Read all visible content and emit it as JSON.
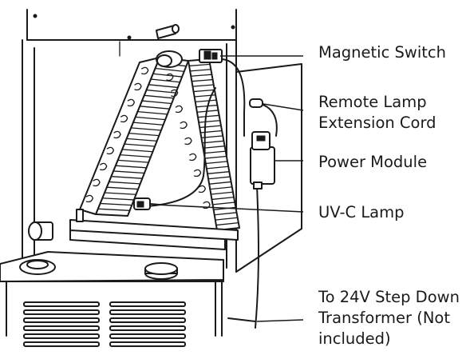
{
  "diagram": {
    "callouts": [
      {
        "id": "magnetic-switch",
        "lines": [
          "Magnetic Switch"
        ]
      },
      {
        "id": "remote-lamp-extension-cord",
        "lines": [
          "Remote Lamp",
          "Extension Cord"
        ]
      },
      {
        "id": "power-module",
        "lines": [
          "Power Module"
        ]
      },
      {
        "id": "uv-c-lamp",
        "lines": [
          "UV-C Lamp"
        ]
      },
      {
        "id": "transformer",
        "lines": [
          "To 24V Step Down",
          "Transformer (Not",
          "included)"
        ]
      }
    ]
  }
}
